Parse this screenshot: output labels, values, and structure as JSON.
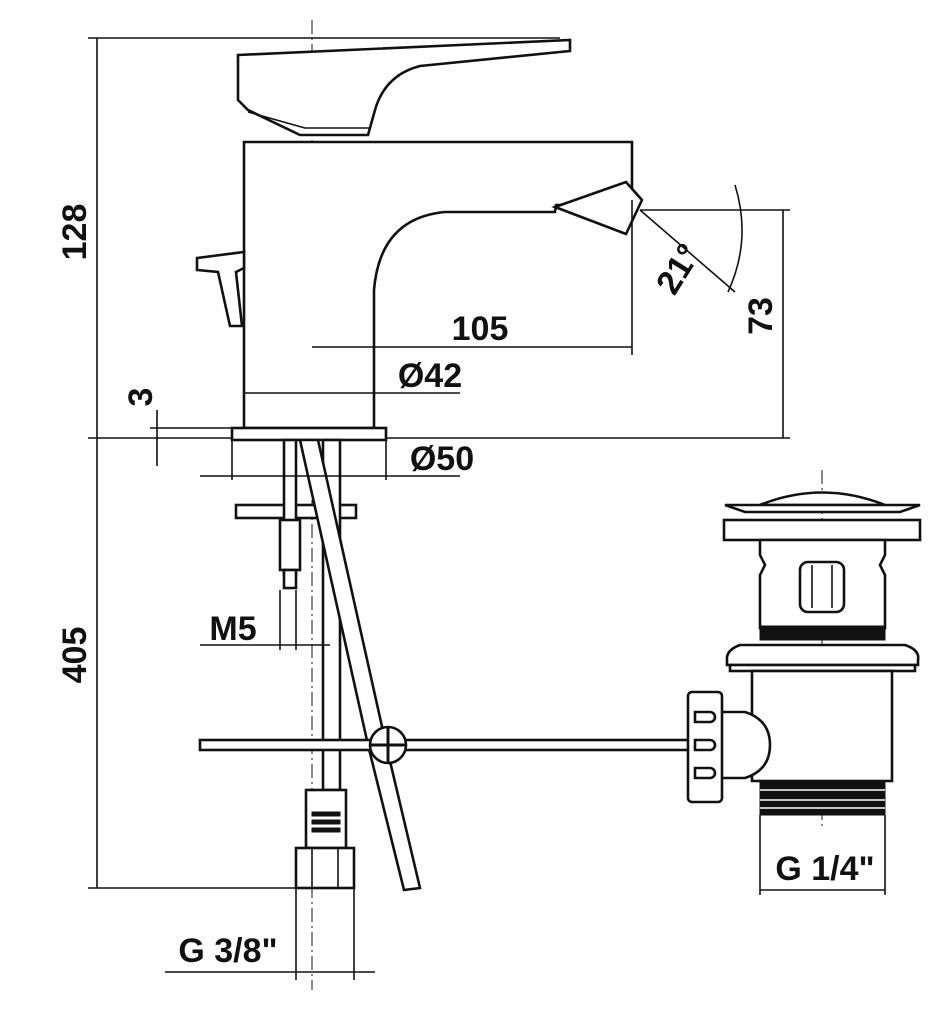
{
  "title": "Bidet mixer dimensional drawing",
  "dimensions": {
    "total_height": "128",
    "spout_reach": "105",
    "spout_height": "73",
    "spout_angle": "21°",
    "body_diameter": "Ø42",
    "base_thickness": "3",
    "base_diameter": "Ø50",
    "stud_thread": "M5",
    "hose_length": "405",
    "hose_connection": "G 3/8\"",
    "waste_thread": "G 1/4\""
  },
  "colors": {
    "line": "#111111",
    "background": "#ffffff"
  }
}
